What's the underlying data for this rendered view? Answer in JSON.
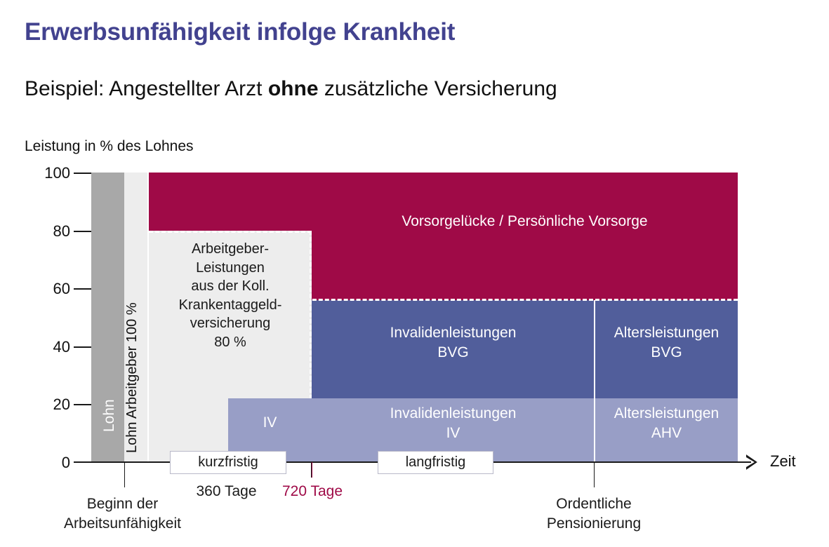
{
  "header": {
    "title": "Erwerbsunfähigkeit infolge Krankheit",
    "subtitle_part1": "Beispiel: Angestellter Arzt ",
    "subtitle_bold": "ohne",
    "subtitle_part2": " zusätzliche Versicherung"
  },
  "axes": {
    "y_title": "Leistung in % des Lohnes",
    "x_title": "Zeit",
    "y_ticks": [
      "100",
      "80",
      "60",
      "40",
      "20",
      "0"
    ]
  },
  "blocks": {
    "lohn": "Lohn",
    "lohn_arbeitgeber": "Lohn Arbeitgeber 100 %",
    "vorsorgeluecke": "Vorsorgelücke / Persönliche Vorsorge",
    "employer_line1": "Arbeitgeber-",
    "employer_line2": "Leistungen",
    "employer_line3": "aus der Koll.",
    "employer_line4": "Krankentaggeld-",
    "employer_line5": "versicherung",
    "employer_line6": "80 %",
    "iv_short": "IV",
    "bvg_inv_line1": "Invalidenleistungen",
    "bvg_inv_line2": "BVG",
    "bvg_alt_line1": "Altersleistungen",
    "bvg_alt_line2": "BVG",
    "iv_long_line1": "Invalidenleistungen",
    "iv_long_line2": "IV",
    "ahv_line1": "Altersleistungen",
    "ahv_line2": "AHV"
  },
  "badges": {
    "short_term": "kurzfristig",
    "long_term": "langfristig"
  },
  "annotations": {
    "days_360": "360 Tage",
    "days_720": "720 Tage",
    "beginn_line1": "Beginn der",
    "beginn_line2": "Arbeitsunfähigkeit",
    "pension_line1": "Ordentliche",
    "pension_line2": "Pensionierung"
  },
  "colors": {
    "title": "#42428f",
    "crimson": "#9f0a47",
    "blue_dark": "#515e9b",
    "blue_light": "#989ec6",
    "gray_lohn": "#a8a8a8",
    "gray_light": "#ededed"
  },
  "chart_data": {
    "type": "area",
    "title": "Erwerbsunfähigkeit infolge Krankheit",
    "subtitle": "Beispiel: Angestellter Arzt ohne zusätzliche Versicherung",
    "xlabel": "Zeit",
    "ylabel": "Leistung in % des Lohnes",
    "ylim": [
      0,
      100
    ],
    "yticks": [
      0,
      20,
      40,
      60,
      80,
      100
    ],
    "grid": false,
    "legend": "none",
    "x_markers": [
      {
        "label": "Beginn der Arbeitsunfähigkeit",
        "position_pct": 5
      },
      {
        "label": "360 Tage",
        "position_pct": 34,
        "color": "#1a1a1a"
      },
      {
        "label": "720 Tage",
        "position_pct": 47,
        "color": "#9f0a47"
      },
      {
        "label": "Ordentliche Pensionierung",
        "position_pct": 78
      }
    ],
    "phase_badges": [
      {
        "label": "kurzfristig",
        "start_pct": 12,
        "end_pct": 30
      },
      {
        "label": "langfristig",
        "start_pct": 44,
        "end_pct": 62
      }
    ],
    "segments": [
      {
        "name": "Lohn",
        "category": "salary",
        "from_pct": 0,
        "to_pct": 5,
        "y_from": 0,
        "y_to": 100,
        "color": "#a8a8a8"
      },
      {
        "name": "Lohn Arbeitgeber 100 %",
        "category": "salary-employer",
        "from_pct": 5,
        "to_pct": 8,
        "y_from": 0,
        "y_to": 100,
        "color": "#ededed"
      },
      {
        "name": "Arbeitgeber-Leistungen aus der Koll. Krankentaggeldversicherung 80 %",
        "category": "employer-daily-benefit",
        "from_pct": 9,
        "to_pct": 34,
        "y_from": 0,
        "y_to": 80,
        "color": "#ededed"
      },
      {
        "name": "IV",
        "category": "iv-short",
        "from_pct": 21,
        "to_pct": 34,
        "y_from": 0,
        "y_to": 22,
        "color": "#989ec6"
      },
      {
        "name": "Invalidenleistungen BVG",
        "category": "bvg-disability",
        "from_pct": 34,
        "to_pct": 78,
        "y_from": 22,
        "y_to": 56,
        "color": "#515e9b"
      },
      {
        "name": "Invalidenleistungen IV",
        "category": "iv-disability",
        "from_pct": 34,
        "to_pct": 78,
        "y_from": 0,
        "y_to": 22,
        "color": "#989ec6"
      },
      {
        "name": "Altersleistungen BVG",
        "category": "bvg-retirement",
        "from_pct": 78,
        "to_pct": 100,
        "y_from": 22,
        "y_to": 56,
        "color": "#515e9b"
      },
      {
        "name": "Altersleistungen AHV",
        "category": "ahv-retirement",
        "from_pct": 78,
        "to_pct": 100,
        "y_from": 0,
        "y_to": 22,
        "color": "#989ec6"
      },
      {
        "name": "Vorsorgelücke / Persönliche Vorsorge",
        "category": "pension-gap",
        "from_pct": 9,
        "to_pct": 100,
        "y_from": 56,
        "y_to": 100,
        "color": "#9f0a47"
      }
    ]
  }
}
